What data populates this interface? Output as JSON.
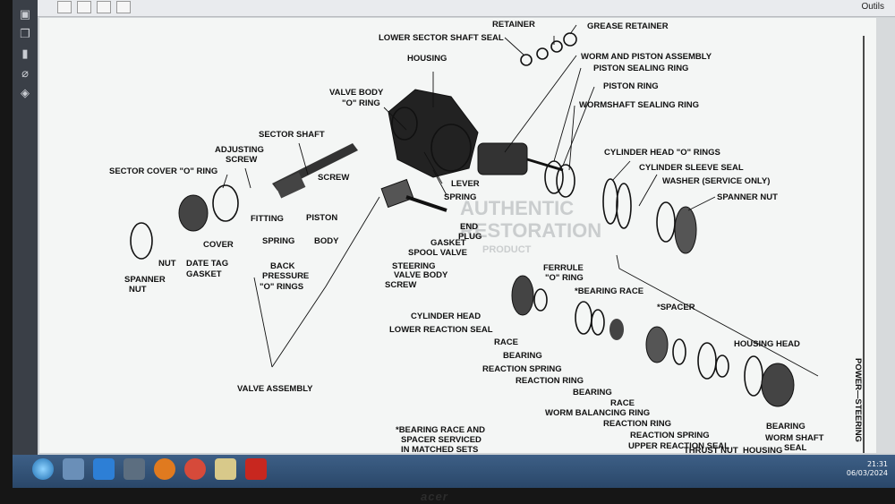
{
  "viewer": {
    "tools_label": "Outils"
  },
  "taskbar": {
    "time": "21:31",
    "date": "06/03/2024"
  },
  "bezel": {
    "brand": "acer"
  },
  "diagram": {
    "side_title": "POWER—STEERING",
    "watermark_line1": "AUTHENTIC",
    "watermark_line2": "RESTORATION",
    "watermark_line3": "PRODUCT",
    "footnote_line1": "*BEARING RACE AND",
    "footnote_line2": "SPACER SERVICED",
    "footnote_line3": "IN MATCHED SETS",
    "labels": {
      "retainer": "RETAINER",
      "grease_retainer": "GREASE RETAINER",
      "lower_sector_shaft_seal": "LOWER SECTOR SHAFT SEAL",
      "worm_and_piston_assembly": "WORM AND PISTON ASSEMBLY",
      "piston_sealing_ring": "PISTON SEALING RING",
      "housing": "HOUSING",
      "piston_ring": "PISTON RING",
      "valve_body_o_ring_1": "VALVE BODY",
      "valve_body_o_ring_2": "\"O\" RING",
      "wormshaft_sealing_ring": "WORMSHAFT SEALING RING",
      "sector_shaft": "SECTOR SHAFT",
      "adjusting_screw_1": "ADJUSTING",
      "adjusting_screw_2": "SCREW",
      "cylinder_head_o_rings": "CYLINDER HEAD \"O\" RINGS",
      "cylinder_sleeve_seal": "CYLINDER SLEEVE SEAL",
      "sector_cover_o_ring": "SECTOR COVER \"O\" RING",
      "screw": "SCREW",
      "lever": "LEVER",
      "washer": "WASHER (SERVICE ONLY)",
      "spring": "SPRING",
      "spanner_nut_right": "SPANNER NUT",
      "fitting": "FITTING",
      "piston": "PISTON",
      "end_plug_1": "END",
      "end_plug_2": "PLUG",
      "spring_left": "SPRING",
      "body": "BODY",
      "gasket": "GASKET",
      "cover": "COVER",
      "spool_valve": "SPOOL VALVE",
      "nut": "NUT",
      "date_tag": "DATE TAG",
      "gasket_left": "GASKET",
      "spanner_nut_1": "SPANNER",
      "spanner_nut_2": "NUT",
      "back_pressure_1": "BACK",
      "back_pressure_2": "PRESSURE",
      "back_pressure_3": "\"O\" RINGS",
      "steering_valve_body_1": "STEERING",
      "steering_valve_body_2": "VALVE BODY",
      "steering_valve_body_3": "SCREW",
      "ferrule_1": "FERRULE",
      "ferrule_2": "\"O\" RING",
      "bearing_race": "*BEARING RACE",
      "spacer": "*SPACER",
      "cylinder_head": "CYLINDER HEAD",
      "lower_reaction_seal": "LOWER REACTION SEAL",
      "race": "RACE",
      "bearing": "BEARING",
      "reaction_spring": "REACTION SPRING",
      "reaction_ring": "REACTION RING",
      "housing_head": "HOUSING HEAD",
      "bearing_mid": "BEARING",
      "race_mid": "RACE",
      "worm_balancing_ring": "WORM BALANCING RING",
      "reaction_ring_2": "REACTION RING",
      "reaction_spring_2": "REACTION SPRING",
      "upper_reaction_seal": "UPPER REACTION SEAL",
      "thrust_nut": "THRUST NUT",
      "bearing_right": "BEARING",
      "worm_shaft_seal_1": "WORM SHAFT",
      "worm_shaft_seal_2": "SEAL",
      "valve_assembly": "VALVE ASSEMBLY",
      "housing_bottom": "HOUSING"
    }
  }
}
